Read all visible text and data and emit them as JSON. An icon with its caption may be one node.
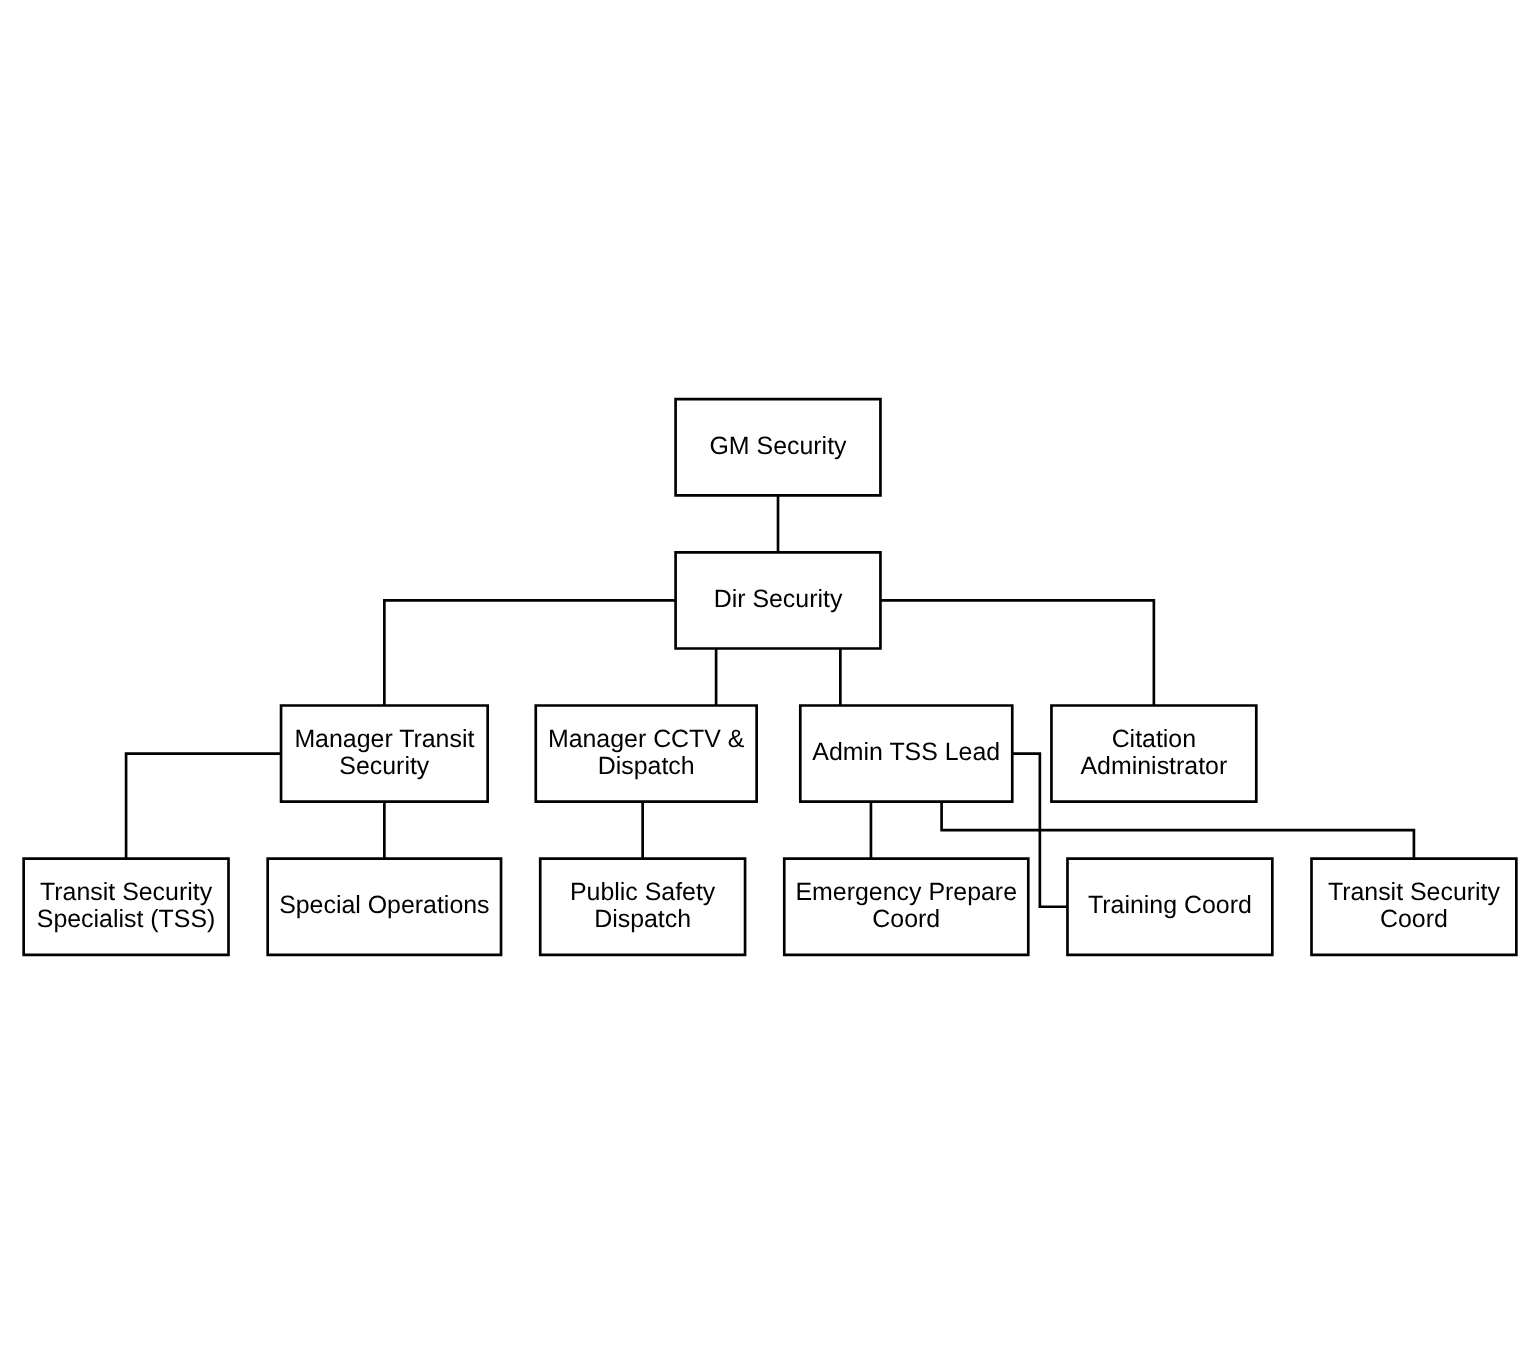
{
  "diagram": {
    "nodes": [
      {
        "text": [
          "GM Security"
        ]
      },
      {
        "text": [
          "Dir Security"
        ]
      },
      {
        "text": [
          "Manager Transit Security"
        ]
      },
      {
        "text": [
          "Manager CCTV & Dispatch"
        ]
      },
      {
        "text": [
          "Admin TSS Lead"
        ]
      },
      {
        "text": [
          "Citation Administrator"
        ]
      },
      {
        "text": [
          "Transit Security Specialist (TSS)"
        ]
      },
      {
        "text": [
          "Special Operations"
        ]
      },
      {
        "text": [
          "Public Safety Dispatch"
        ]
      },
      {
        "text": [
          "Emergency Prepare Coord"
        ]
      },
      {
        "text": [
          "Training Coord"
        ]
      },
      {
        "text": [
          "Transit Security Coord"
        ]
      }
    ],
    "edges": [
      {
        "from": 0,
        "to": 1,
        "arrow": "none"
      },
      {
        "from": 1,
        "to": 2,
        "arrow": "none"
      },
      {
        "from": 1,
        "to": 3,
        "arrow": "none"
      },
      {
        "from": 1,
        "to": 4,
        "arrow": "none"
      },
      {
        "from": 1,
        "to": 5,
        "arrow": "none"
      },
      {
        "from": 2,
        "to": 6,
        "arrow": "none"
      },
      {
        "from": 2,
        "to": 7,
        "arrow": "none"
      },
      {
        "from": 3,
        "to": 8,
        "arrow": "none"
      },
      {
        "from": 4,
        "to": 9,
        "arrow": "none"
      },
      {
        "from": 4,
        "to": 10,
        "arrow": "none"
      },
      {
        "from": 4,
        "to": 11,
        "arrow": "none"
      }
    ]
  }
}
